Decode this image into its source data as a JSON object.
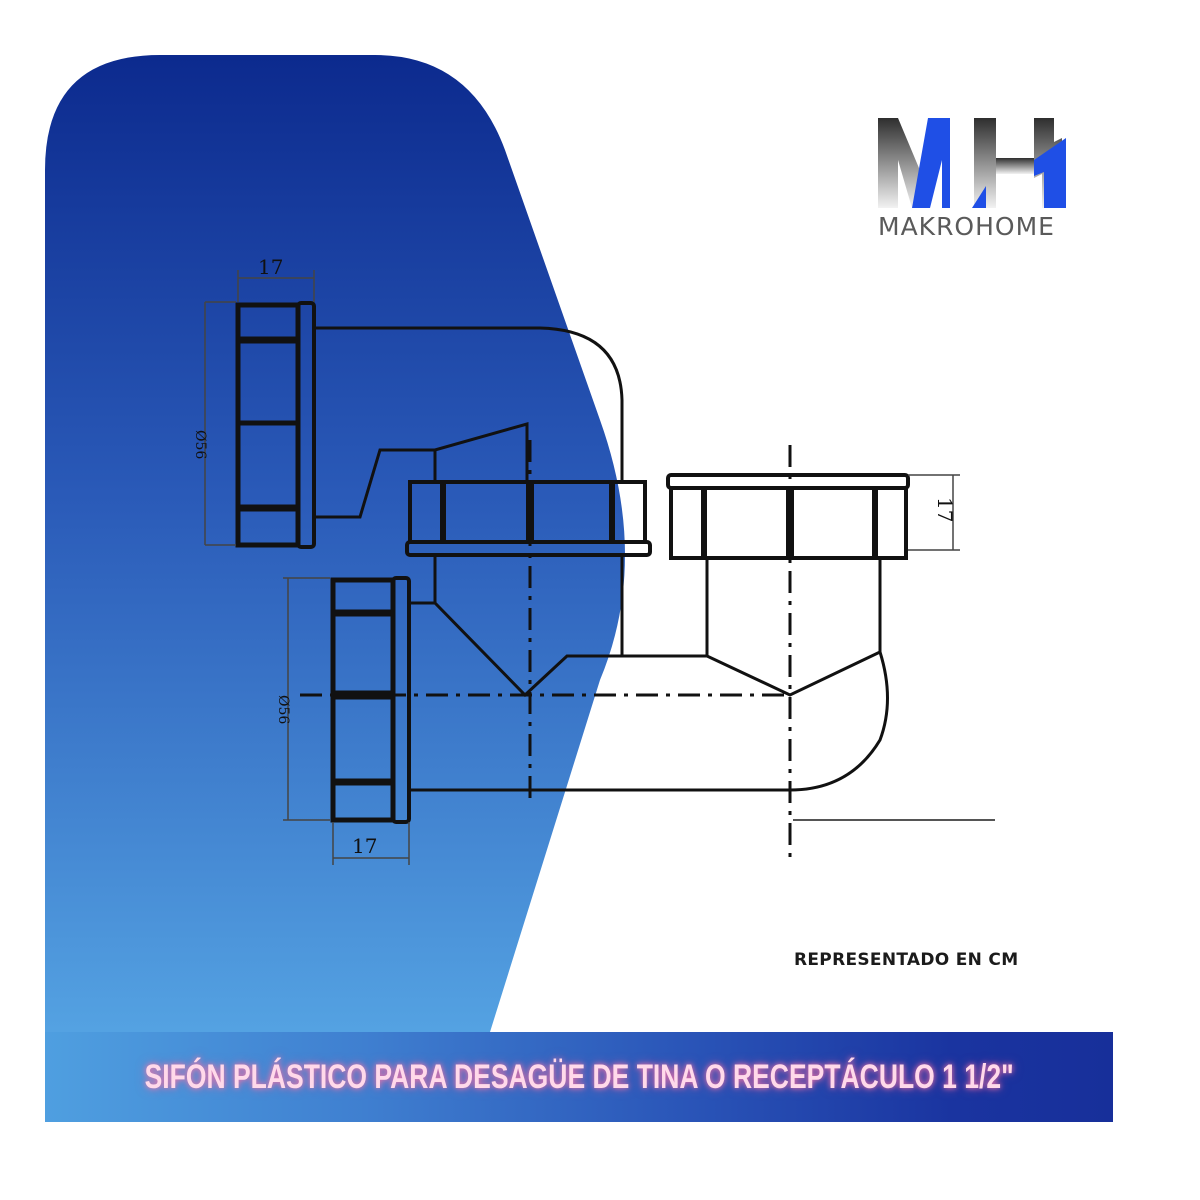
{
  "brand": {
    "monogram": "MH",
    "name": "MAKROHOME",
    "colors": {
      "accent_blue": "#1f4fe6",
      "gray_dark": "#3a3a3a",
      "gray_light": "#e6e6e6"
    }
  },
  "drawing": {
    "dimensions": {
      "top_inlet_width": "17",
      "top_inlet_diameter": "Ø56",
      "bottom_inlet_diameter": "Ø56",
      "bottom_inlet_width": "17",
      "outlet_height": "17"
    },
    "units_note": "REPRESENTADO EN CM"
  },
  "banner": {
    "title": "SIFÓN PLÁSTICO PARA DESAGÜE DE TINA O RECEPTÁCULO 1 1/2\""
  },
  "colors": {
    "background_shape_top": "#0c2a8e",
    "background_shape_bottom": "#4f9fe0",
    "banner_left": "#4f9fe0",
    "banner_right": "#172f9a",
    "banner_text": "#ffd9ea",
    "line": "#111111"
  }
}
